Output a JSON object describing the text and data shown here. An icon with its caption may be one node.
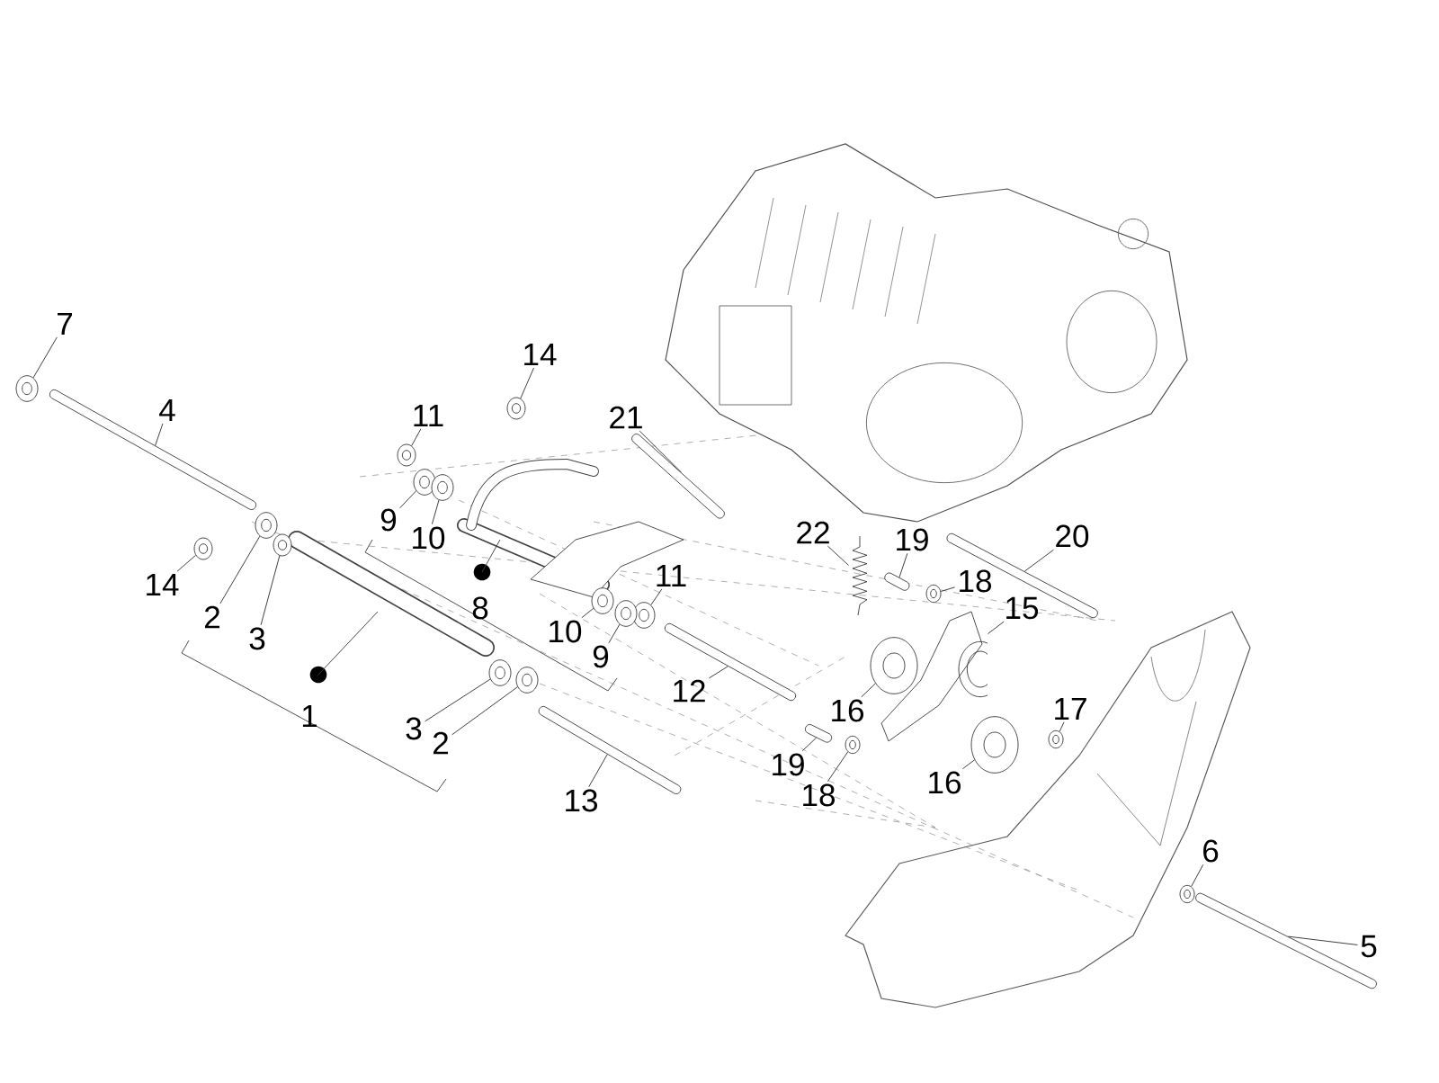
{
  "diagram": {
    "nodes": [
      {
        "text": [
          "7"
        ]
      },
      {
        "text": [
          "14"
        ]
      },
      {
        "text": [
          "4"
        ]
      },
      {
        "text": [
          "21"
        ]
      },
      {
        "text": [
          "11"
        ]
      },
      {
        "text": [
          "9"
        ]
      },
      {
        "text": [
          "10"
        ]
      },
      {
        "text": [
          "22"
        ]
      },
      {
        "text": [
          "20"
        ]
      },
      {
        "text": [
          "19"
        ]
      },
      {
        "text": [
          "18"
        ]
      },
      {
        "text": [
          "14"
        ]
      },
      {
        "text": [
          "2"
        ]
      },
      {
        "text": [
          "3"
        ]
      },
      {
        "text": [
          "11"
        ]
      },
      {
        "text": [
          "15"
        ]
      },
      {
        "text": [
          "10"
        ]
      },
      {
        "text": [
          "9"
        ]
      },
      {
        "text": [
          "12"
        ]
      },
      {
        "text": [
          "16"
        ]
      },
      {
        "text": [
          "17"
        ]
      },
      {
        "text": [
          "3"
        ]
      },
      {
        "text": [
          "2"
        ]
      },
      {
        "text": [
          "19"
        ]
      },
      {
        "text": [
          "16"
        ]
      },
      {
        "text": [
          "18"
        ]
      },
      {
        "text": [
          "13"
        ]
      },
      {
        "text": [
          "6"
        ]
      },
      {
        "text": [
          "5"
        ]
      },
      {
        "text": [],
        "shape": "circle"
      },
      {
        "text": [],
        "shape": "circle"
      },
      {
        "text": [],
        "shape": "bar"
      },
      {
        "text": [],
        "shape": "bar"
      },
      {
        "text": [],
        "shape": "circle"
      },
      {
        "text": [],
        "shape": "circle"
      },
      {
        "text": [],
        "shape": "circle"
      },
      {
        "text": [],
        "shape": "spring"
      },
      {
        "text": [],
        "shape": "bar"
      },
      {
        "text": [],
        "shape": "bar"
      },
      {
        "text": [],
        "shape": "circle"
      },
      {
        "text": [],
        "shape": "circle"
      },
      {
        "text": [],
        "shape": "circle"
      },
      {
        "text": [],
        "shape": "circle"
      },
      {
        "text": [],
        "shape": "circle"
      },
      {
        "text": [],
        "shape": "plate"
      },
      {
        "text": [],
        "shape": "circle"
      },
      {
        "text": [],
        "shape": "circle"
      },
      {
        "text": [],
        "shape": "bar"
      },
      {
        "text": [],
        "shape": "circle"
      },
      {
        "text": [],
        "shape": "circle"
      },
      {
        "text": [],
        "shape": "circle"
      },
      {
        "text": [],
        "shape": "circle"
      },
      {
        "text": [],
        "shape": "bar"
      },
      {
        "text": [],
        "shape": "circle"
      },
      {
        "text": [],
        "shape": "circle"
      },
      {
        "text": [],
        "shape": "bar"
      },
      {
        "text": [],
        "shape": "circle"
      },
      {
        "text": [],
        "shape": "bar"
      }
    ],
    "edges": [
      {
        "from": 0,
        "to": 29,
        "arrow": "none"
      },
      {
        "from": 1,
        "to": 30,
        "arrow": "none"
      },
      {
        "from": 2,
        "to": 31,
        "arrow": "none"
      },
      {
        "from": 3,
        "to": 32,
        "arrow": "none"
      },
      {
        "from": 4,
        "to": 33,
        "arrow": "none"
      },
      {
        "from": 5,
        "to": 34,
        "arrow": "none"
      },
      {
        "from": 6,
        "to": 35,
        "arrow": "none"
      },
      {
        "from": 7,
        "to": 36,
        "arrow": "none"
      },
      {
        "from": 8,
        "to": 37,
        "arrow": "none"
      },
      {
        "from": 9,
        "to": 38,
        "arrow": "none"
      },
      {
        "from": 10,
        "to": 39,
        "arrow": "none"
      },
      {
        "from": 11,
        "to": 40,
        "arrow": "none"
      },
      {
        "from": 12,
        "to": 41,
        "arrow": "none"
      },
      {
        "from": 13,
        "to": 42,
        "arrow": "none"
      },
      {
        "from": 14,
        "to": 43,
        "arrow": "none"
      },
      {
        "from": 15,
        "to": 44,
        "arrow": "none"
      },
      {
        "from": 16,
        "to": 45,
        "arrow": "none"
      },
      {
        "from": 17,
        "to": 46,
        "arrow": "none"
      },
      {
        "from": 18,
        "to": 47,
        "arrow": "none"
      },
      {
        "from": 19,
        "to": 48,
        "arrow": "none"
      },
      {
        "from": 20,
        "to": 49,
        "arrow": "none"
      },
      {
        "from": 21,
        "to": 50,
        "arrow": "none"
      },
      {
        "from": 22,
        "to": 51,
        "arrow": "none"
      },
      {
        "from": 23,
        "to": 52,
        "arrow": "none"
      },
      {
        "from": 24,
        "to": 53,
        "arrow": "none"
      },
      {
        "from": 25,
        "to": 54,
        "arrow": "none"
      },
      {
        "from": 26,
        "to": 55,
        "arrow": "none"
      },
      {
        "from": 27,
        "to": 56,
        "arrow": "none"
      },
      {
        "from": 28,
        "to": 57,
        "arrow": "none"
      }
    ],
    "labels": [
      "8",
      "1"
    ]
  }
}
